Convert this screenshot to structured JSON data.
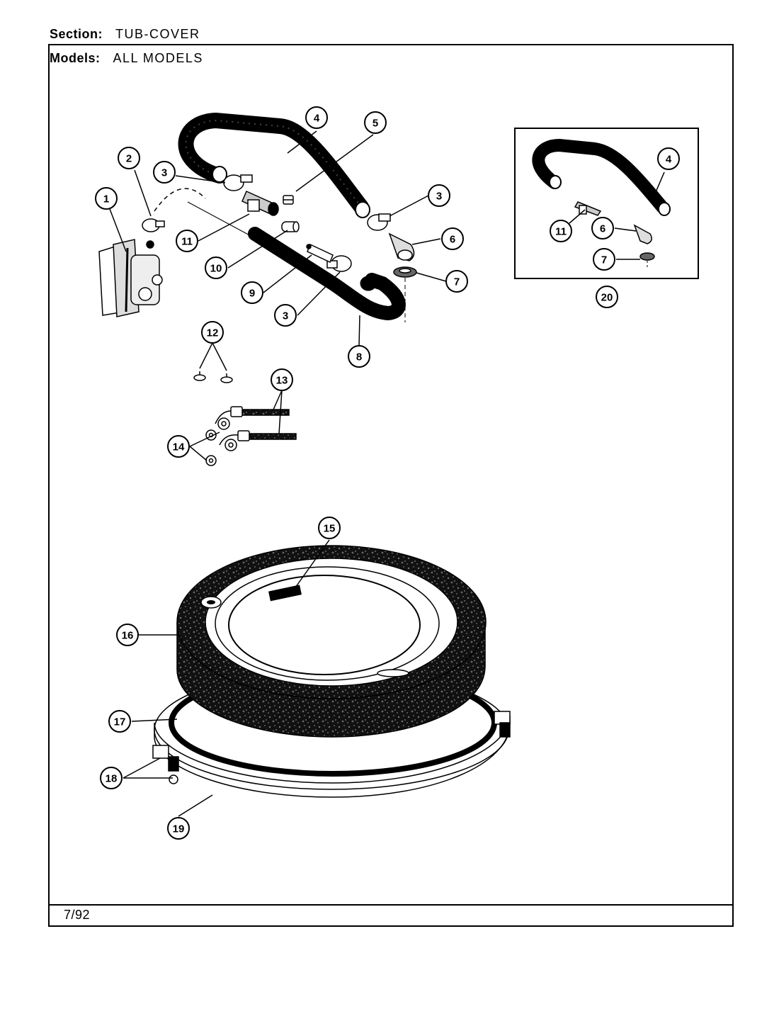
{
  "header": {
    "section_label": "Section:",
    "section_value": "TUB-COVER",
    "models_label": "Models:",
    "models_value": "ALL MODELS"
  },
  "footer": {
    "date": "7/92"
  },
  "callouts": {
    "c1": "1",
    "c2": "2",
    "c3a": "3",
    "c3b": "3",
    "c3c": "3",
    "c4": "4",
    "c5": "5",
    "c6": "6",
    "c7": "7",
    "c8": "8",
    "c9": "9",
    "c10": "10",
    "c11": "11",
    "c12": "12",
    "c13": "13",
    "c14": "14",
    "c15": "15",
    "c16": "16",
    "c17": "17",
    "c18": "18",
    "c19": "19",
    "c20": "20",
    "i4": "4",
    "i11": "11",
    "i6": "6",
    "i7": "7"
  }
}
